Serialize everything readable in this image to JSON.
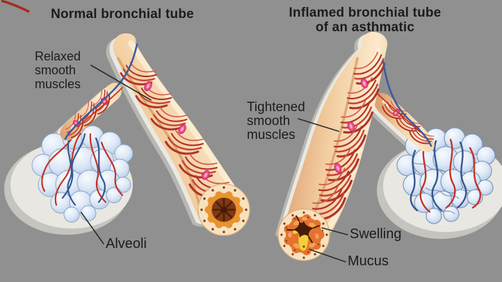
{
  "left": {
    "title": "Normal bronchial tube",
    "muscle_line1": "Relaxed",
    "muscle_line2": "smooth",
    "muscle_line3": "muscles",
    "alveoli_label": "Alveoli"
  },
  "right": {
    "title_line1": "Inflamed bronchial tube",
    "title_line2": "of an asthmatic",
    "muscle_line1": "Tightened",
    "muscle_line2": "smooth",
    "muscle_line3": "muscles",
    "swelling_label": "Swelling",
    "mucus_label": "Mucus"
  },
  "colors": {
    "background": "#909090",
    "text": "#1c1c1c",
    "tube_skin": "#f2cda0",
    "tube_highlight": "#fbe9cb",
    "tube_shadow_edge": "#d59a63",
    "muscle_red": "#b23228",
    "muscle_node_pink": "#ee5090",
    "vessel_red": "#c23327",
    "vessel_blue": "#33568f",
    "alveoli_blue": "#cfdef1",
    "alveoli_outline": "#7f9ac2",
    "cross_section_wall": "#f7e2bf",
    "mucosa_orange": "#ea9230",
    "lumen_brown": "#7c3a15",
    "swelling_orange": "#e5722e",
    "mucus_yellow": "#f5cf39",
    "rim_white": "#eae8e2"
  }
}
